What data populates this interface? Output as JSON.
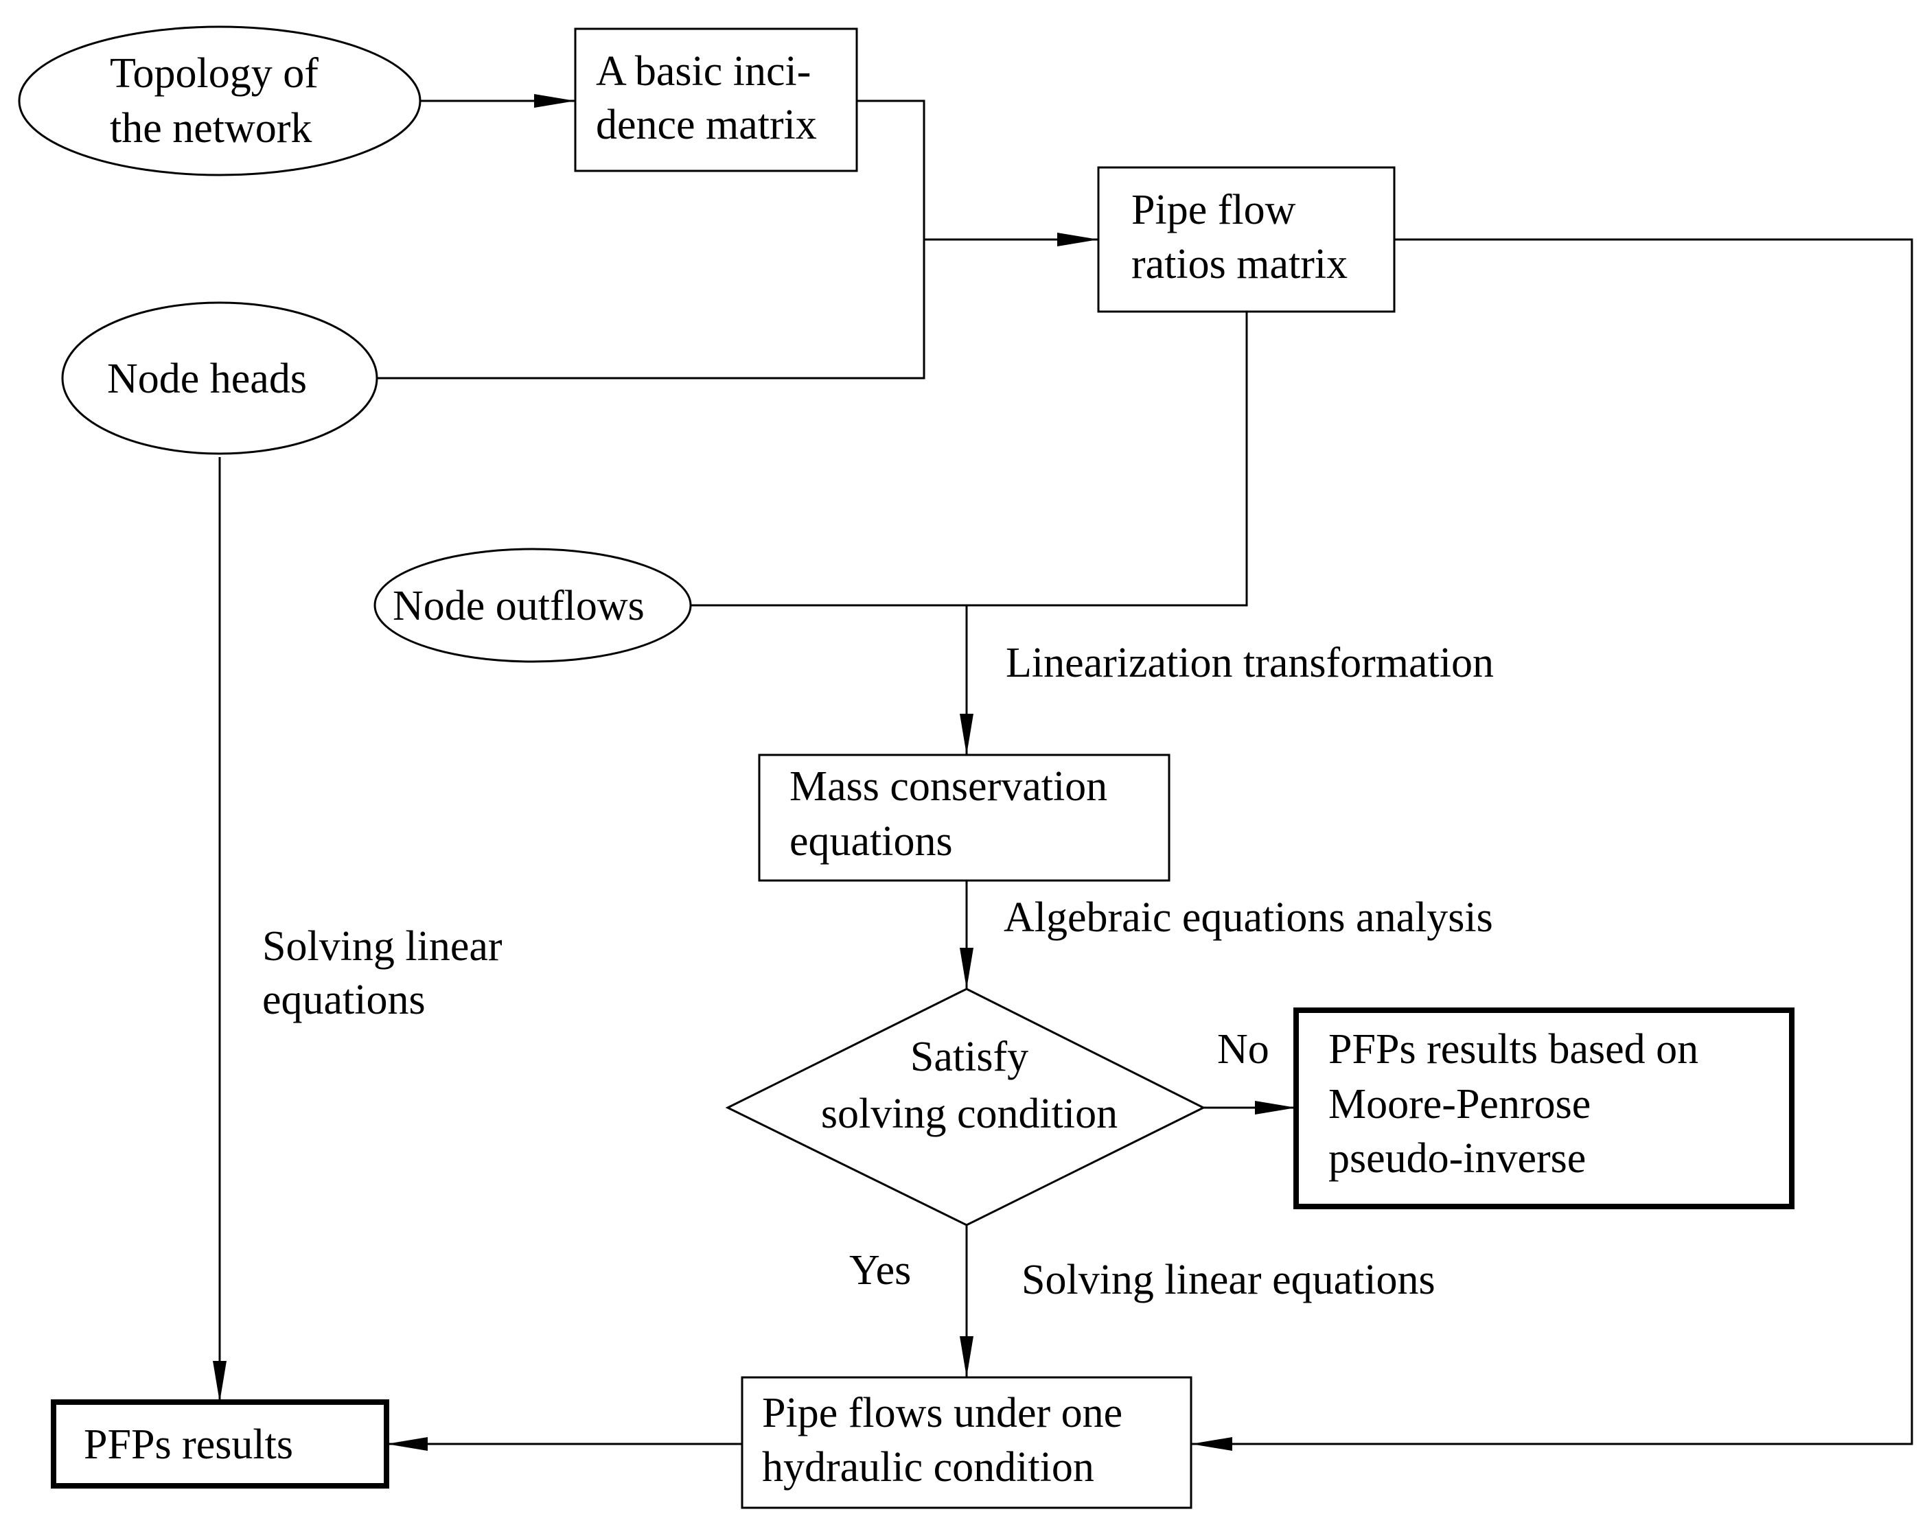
{
  "nodes": {
    "topology": [
      "Topology of",
      "the network"
    ],
    "incidence": [
      "A basic inci-",
      "dence matrix"
    ],
    "ratios": [
      "Pipe flow",
      "ratios matrix"
    ],
    "node_heads": [
      "Node heads"
    ],
    "node_outflows": [
      "Node outflows"
    ],
    "mass": [
      "Mass conservation",
      "equations"
    ],
    "satisfy": [
      "Satisfy",
      "solving condition"
    ],
    "moore": [
      "PFPs results based on",
      "Moore-Penrose",
      "pseudo-inverse"
    ],
    "pipe_flows": [
      "Pipe flows under one",
      "hydraulic condition"
    ],
    "pfps": [
      "PFPs results"
    ]
  },
  "edge_labels": {
    "linearization": "Linearization transformation",
    "algebraic": "Algebraic equations analysis",
    "solving_left": [
      "Solving linear",
      "equations"
    ],
    "solving_bottom": "Solving linear equations",
    "no": "No",
    "yes": "Yes"
  }
}
